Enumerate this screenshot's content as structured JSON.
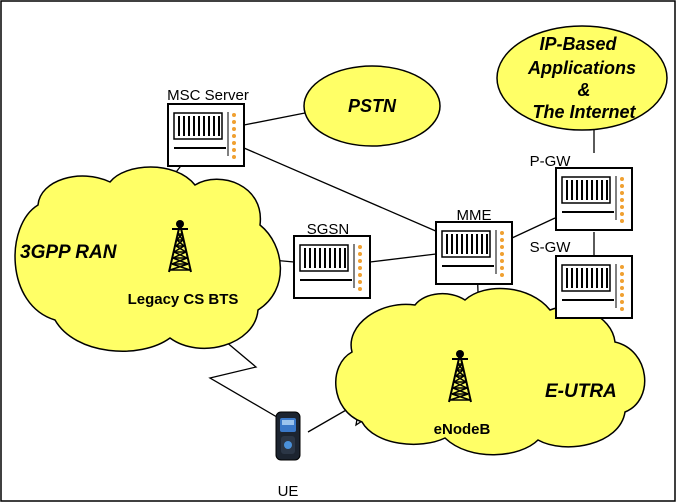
{
  "nodes": {
    "msc_server": "MSC Server",
    "sgsn": "SGSN",
    "mme": "MME",
    "pgw": "P-GW",
    "sgw": "S-GW",
    "ue": "UE"
  },
  "clouds": {
    "ran": "3GPP RAN",
    "eutra": "E-UTRA"
  },
  "towers": {
    "legacy_bts": "Legacy CS BTS",
    "enodeb": "eNodeB"
  },
  "ellipses": {
    "pstn": "PSTN",
    "internet_line1": "IP-Based",
    "internet_line2": "Applications",
    "internet_line3": "&",
    "internet_line4": "The Internet"
  },
  "colors": {
    "cloud_fill": "#ffff66",
    "ellipse_fill": "#ffff66",
    "server_led": "#f0a030",
    "outline": "#000000"
  }
}
